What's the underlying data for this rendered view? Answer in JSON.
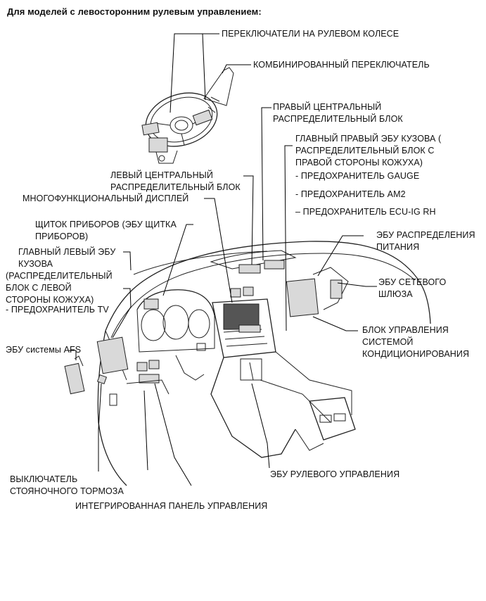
{
  "title": "Для моделей с левосторонним рулевым управлением:",
  "labels": {
    "steering_switches": "ПЕРЕКЛЮЧАТЕЛИ НА РУЛЕВОМ КОЛЕСЕ",
    "combination_switch": "КОМБИНИРОВАННЫЙ ПЕРЕКЛЮЧАТЕЛЬ",
    "right_junction_block": [
      "ПРАВЫЙ ЦЕНТРАЛЬНЫЙ",
      "РАСПРЕДЕЛИТЕЛЬНЫЙ БЛОК"
    ],
    "main_body_ecu_rh": [
      "ГЛАВНЫЙ ПРАВЫЙ ЭБУ КУЗОВА (",
      "РАСПРЕДЕЛИТЕЛЬНЫЙ БЛОК С",
      "ПРАВОЙ СТОРОНЫ КОЖУХА)"
    ],
    "fuse_gauge": "- ПРЕДОХРАНИТЕЛЬ GAUGE",
    "fuse_am2": "- ПРЕДОХРАНИТЕЛЬ AM2",
    "fuse_ecu_ig_rh": "– ПРЕДОХРАНИТЕЛЬ ECU-IG RH",
    "left_junction_block": [
      "ЛЕВЫЙ ЦЕНТРАЛЬНЫЙ",
      "РАСПРЕДЕЛИТЕЛЬНЫЙ БЛОК"
    ],
    "multi_display": "МНОГОФУНКЦИОНАЛЬНЫЙ ДИСПЛЕЙ",
    "power_dist_ecu": [
      "ЭБУ РАСПРЕДЕЛЕНИЯ",
      "ПИТАНИЯ"
    ],
    "combination_meter": [
      "ЩИТОК ПРИБОРОВ (ЭБУ ЩИТКА",
      "ПРИБОРОВ)"
    ],
    "main_body_ecu_lh": [
      "ГЛАВНЫЙ ЛЕВЫЙ ЭБУ",
      "КУЗОВА",
      "(РАСПРЕДЕЛИТЕЛЬНЫЙ",
      "БЛОК С ЛЕВОЙ",
      "СТОРОНЫ КОЖУХА)"
    ],
    "fuse_tv": "- ПРЕДОХРАНИТЕЛЬ TV",
    "gateway_ecu": [
      "ЭБУ СЕТЕВОГО",
      "ШЛЮЗА"
    ],
    "ac_control": [
      "БЛОК УПРАВЛЕНИЯ",
      "СИСТЕМОЙ",
      "КОНДИЦИОНИРОВАНИЯ"
    ],
    "afs_ecu": "ЭБУ системы AFS",
    "steering_ecu": "ЭБУ РУЛЕВОГО УПРАВЛЕНИЯ",
    "parking_brake_switch": [
      "ВЫКЛЮЧАТЕЛЬ",
      "СТОЯНОЧНОГО ТОРМОЗА"
    ],
    "integrated_panel": "ИНТЕГРИРОВАННАЯ ПАНЕЛЬ УПРАВЛЕНИЯ"
  }
}
